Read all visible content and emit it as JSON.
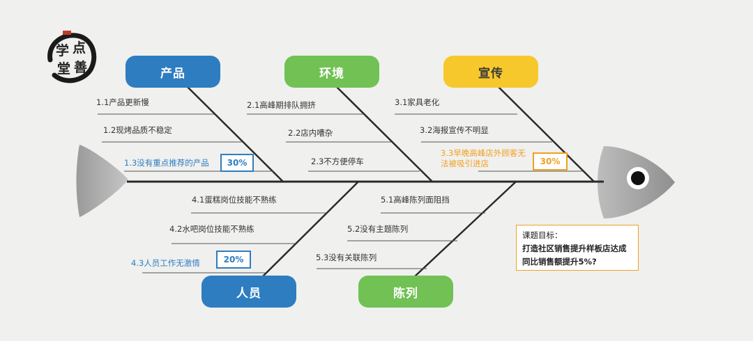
{
  "logo": {
    "chars": [
      "学",
      "点",
      "堂",
      "善"
    ]
  },
  "categories": {
    "product": "产品",
    "environment": "环境",
    "promotion": "宣传",
    "people": "人员",
    "display": "陈列"
  },
  "causes": {
    "c1_1": "1.1产品更新慢",
    "c1_2": "1.2现烤品质不稳定",
    "c1_3": "1.3没有重点推荐的产品",
    "c2_1": "2.1高峰期排队拥挤",
    "c2_2": "2.2店内嘈杂",
    "c2_3": "2.3不方便停车",
    "c3_1": "3.1家具老化",
    "c3_2": "3.2海报宣传不明显",
    "c3_3": "3.3早晚高峰店外顾客无法被吸引进店",
    "c4_1": "4.1蛋糕岗位技能不熟练",
    "c4_2": "4.2水吧岗位技能不熟练",
    "c4_3": "4.3人员工作无激情",
    "c5_1": "5.1高峰陈列面阻挡",
    "c5_2": "5.2没有主题陈列",
    "c5_3": "5.3没有关联陈列"
  },
  "percents": {
    "p1_3": "30%",
    "p3_3": "30%",
    "p4_3": "20%"
  },
  "goal": {
    "title": "课题目标：",
    "body": "打造社区销售提升样板店达成同比销售额提升5%?"
  },
  "colors": {
    "blue": "#2e7dc0",
    "green": "#71c155",
    "yellow": "#f7c82b",
    "orange": "#f0a020"
  }
}
